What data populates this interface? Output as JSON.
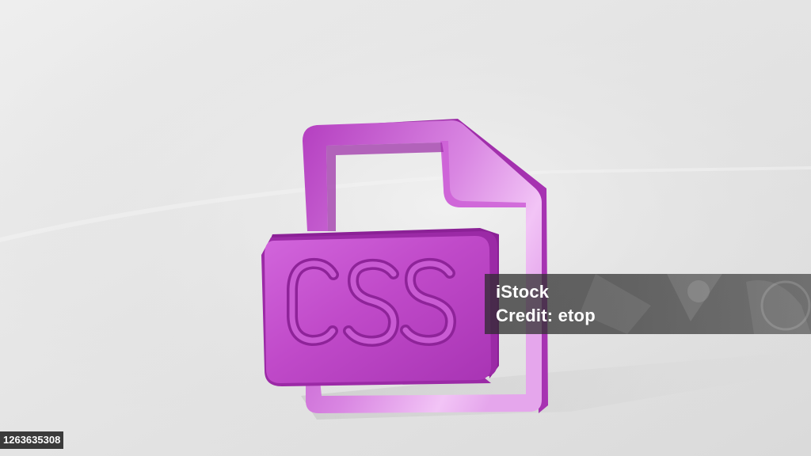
{
  "scene": {
    "subject_icon": "css-file-icon",
    "icon_label": "CSS",
    "icon_color": "#c046cc",
    "icon_highlight": "#f0b8f4",
    "background_color": "#e6e6e6"
  },
  "watermark": {
    "brand": "iStock",
    "credit": "Credit: etop"
  },
  "stock_id": "1263635308"
}
